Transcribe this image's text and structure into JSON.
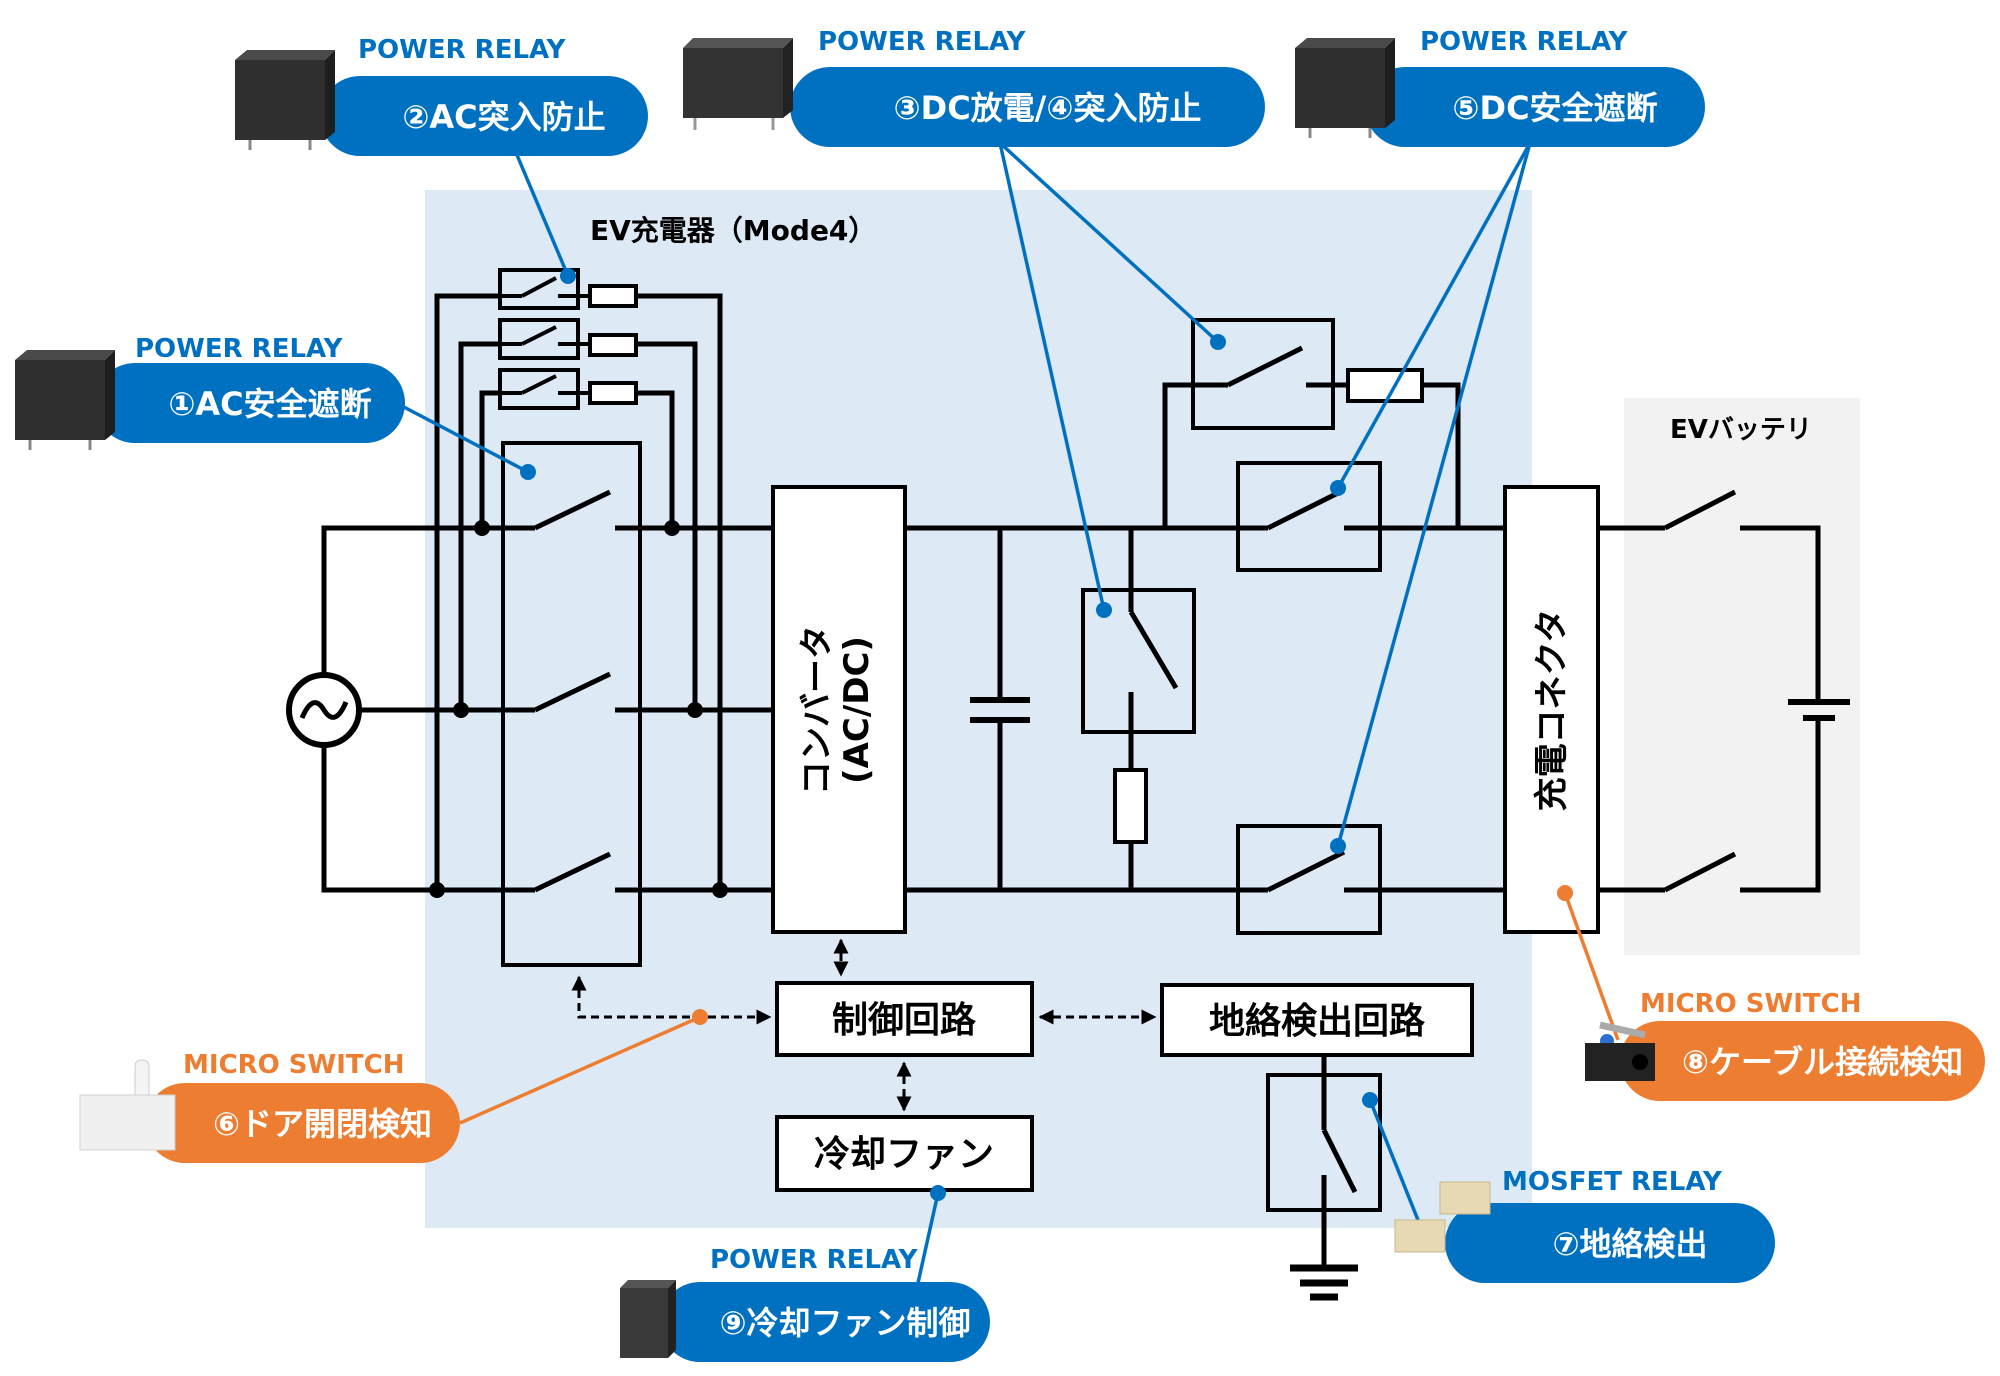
{
  "colors": {
    "blue": "#0070c0",
    "orange": "#ed7d31",
    "charger_bg": "#dde9f5",
    "battery_bg": "#f2f2f2",
    "wire": "#000000"
  },
  "charger": {
    "title": "EV充電器（Mode4）"
  },
  "battery": {
    "title": "EVバッテリ"
  },
  "blocks": {
    "converter": {
      "line1": "コンバータ",
      "line2": "(AC/DC)"
    },
    "connector": {
      "label": "充電コネクタ"
    },
    "control": {
      "label": "制御回路"
    },
    "ground_fault_circuit": {
      "label": "地絡検出回路"
    },
    "cooling_fan": {
      "label": "冷却ファン"
    },
    "ac_source": {
      "icon": "ac-source-icon"
    }
  },
  "callouts": [
    {
      "id": "1",
      "category": "POWER RELAY",
      "label": "①AC安全遮断",
      "color": "blue",
      "product": "power-relay-icon"
    },
    {
      "id": "2",
      "category": "POWER RELAY",
      "label": "②AC突入防止",
      "color": "blue",
      "product": "power-relay-icon"
    },
    {
      "id": "3",
      "category": "POWER RELAY",
      "label": "③DC放電/④突入防止",
      "color": "blue",
      "product": "power-relay-icon"
    },
    {
      "id": "5",
      "category": "POWER RELAY",
      "label": "⑤DC安全遮断",
      "color": "blue",
      "product": "power-relay-icon"
    },
    {
      "id": "6",
      "category": "MICRO SWITCH",
      "label": "⑥ドア開閉検知",
      "color": "orange",
      "product": "micro-switch-icon"
    },
    {
      "id": "7",
      "category": "MOSFET RELAY",
      "label": "⑦地絡検出",
      "color": "blue",
      "product": "mosfet-relay-icon"
    },
    {
      "id": "8",
      "category": "MICRO SWITCH",
      "label": "⑧ケーブル接続検知",
      "color": "orange",
      "product": "micro-switch-icon"
    },
    {
      "id": "9",
      "category": "POWER RELAY",
      "label": "⑨冷却ファン制御",
      "color": "blue",
      "product": "power-relay-icon"
    }
  ]
}
